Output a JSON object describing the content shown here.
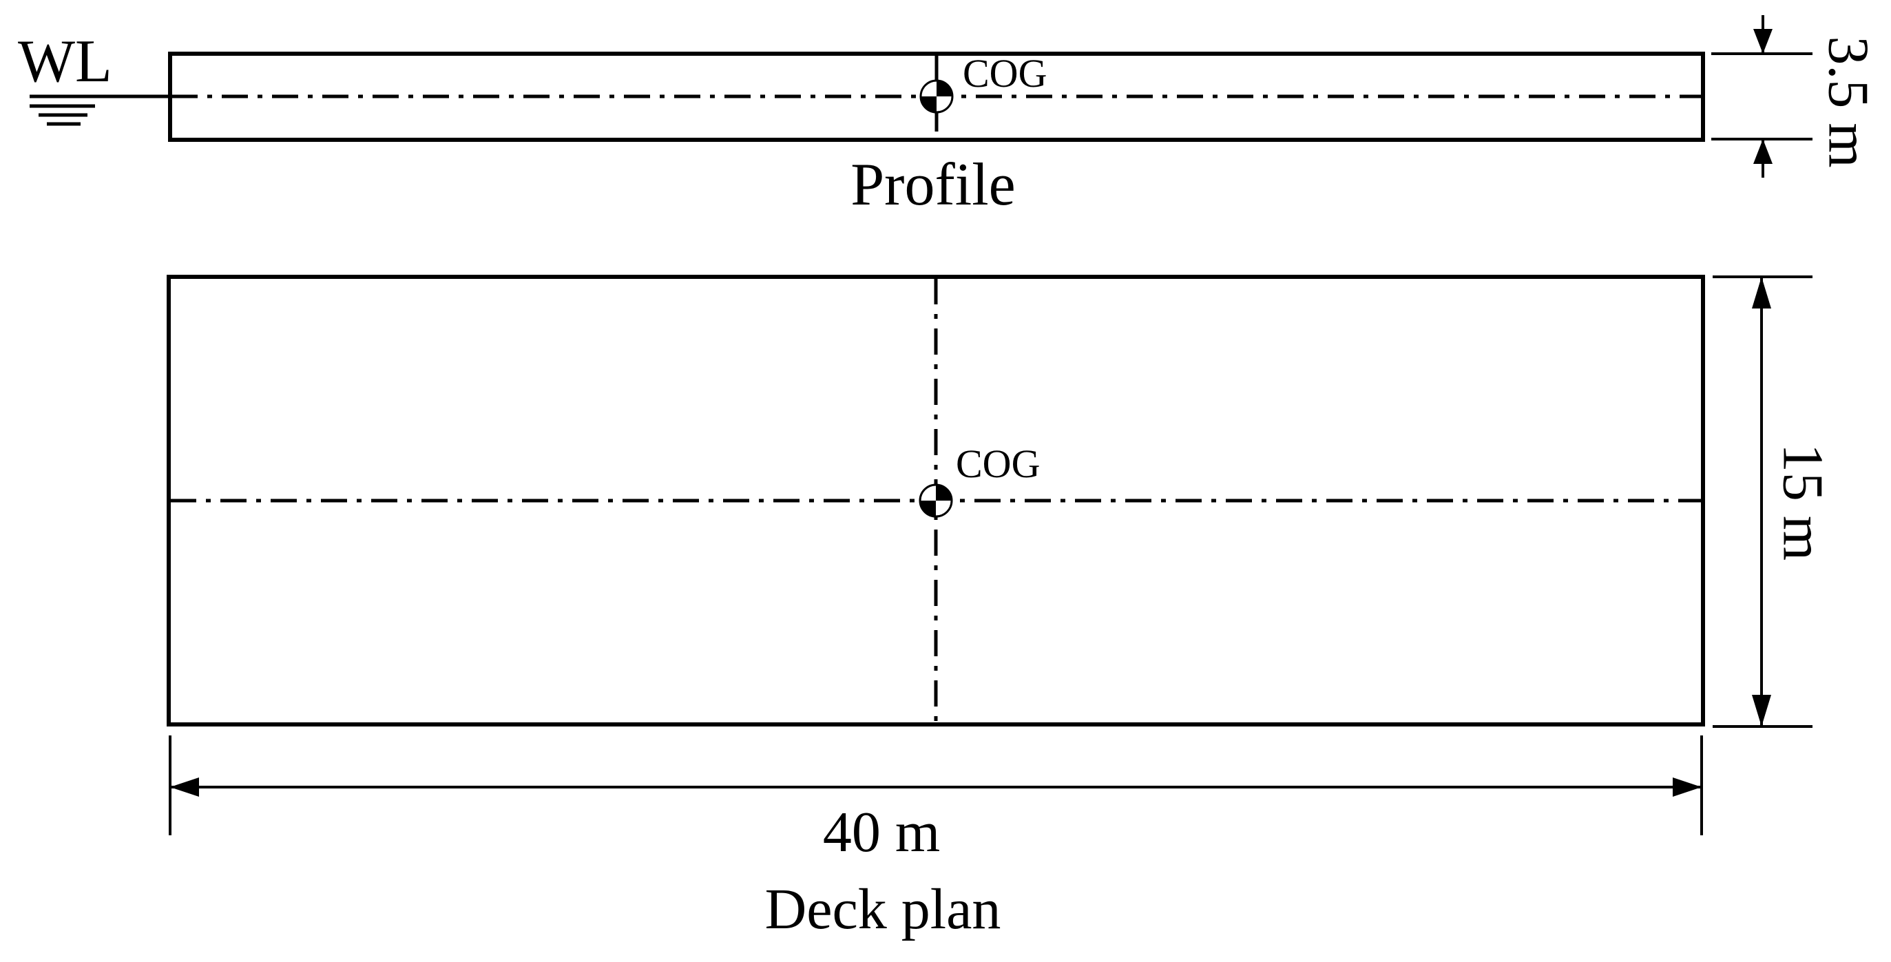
{
  "figure": {
    "background_color": "#ffffff",
    "line_color": "#000000",
    "waterline_label": "WL",
    "profile": {
      "caption": "Profile",
      "cog_label": "COG",
      "depth_dimension": "3.5 m"
    },
    "deck_plan": {
      "caption": "Deck plan",
      "cog_label": "COG",
      "beam_dimension": "15 m",
      "length_dimension": "40 m"
    }
  }
}
